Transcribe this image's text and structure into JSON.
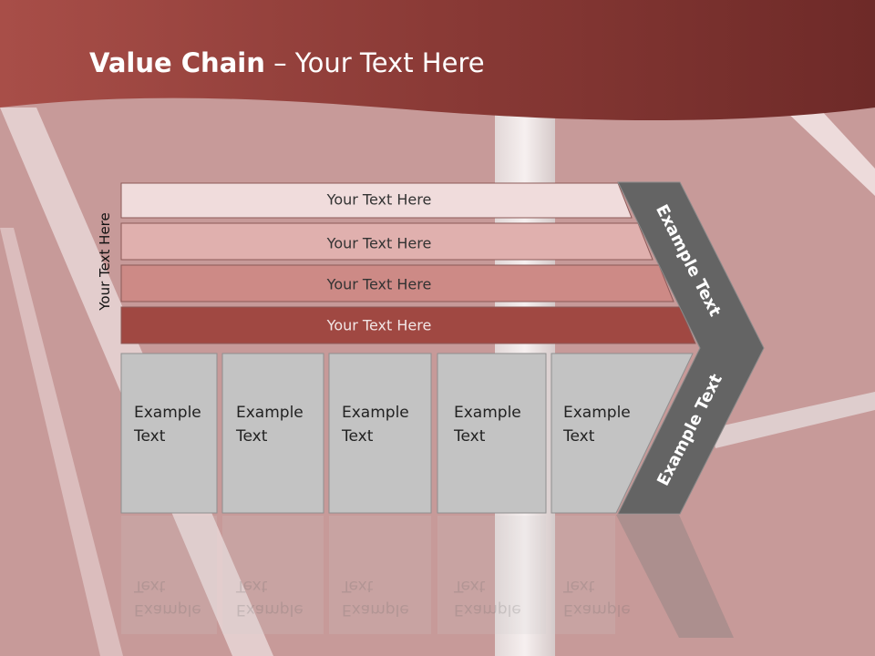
{
  "slide": {
    "title_bold": "Value Chain",
    "title_rest": " – Your Text Here",
    "vertical_label": "Your Text Here",
    "bars": [
      {
        "label": "Your Text Here",
        "fill": "#f0dcdc",
        "text_color": "#333333"
      },
      {
        "label": "Your Text Here",
        "fill": "#e0b0ae",
        "text_color": "#333333"
      },
      {
        "label": "Your Text Here",
        "fill": "#cd8a86",
        "text_color": "#333333"
      },
      {
        "label": "Your Text Here",
        "fill": "#a04842",
        "text_color": "#f2e6e6"
      }
    ],
    "boxes": [
      {
        "label": "Example Text"
      },
      {
        "label": "Example Text"
      },
      {
        "label": "Example Text"
      },
      {
        "label": "Example Text"
      },
      {
        "label": "Example Text"
      }
    ],
    "arrow_top": "Example Text",
    "arrow_bottom": "Example Text",
    "colors": {
      "header": "#8e3b37",
      "arrow": "#646464",
      "box": "#c3c3c3",
      "track": "#c69898"
    }
  }
}
